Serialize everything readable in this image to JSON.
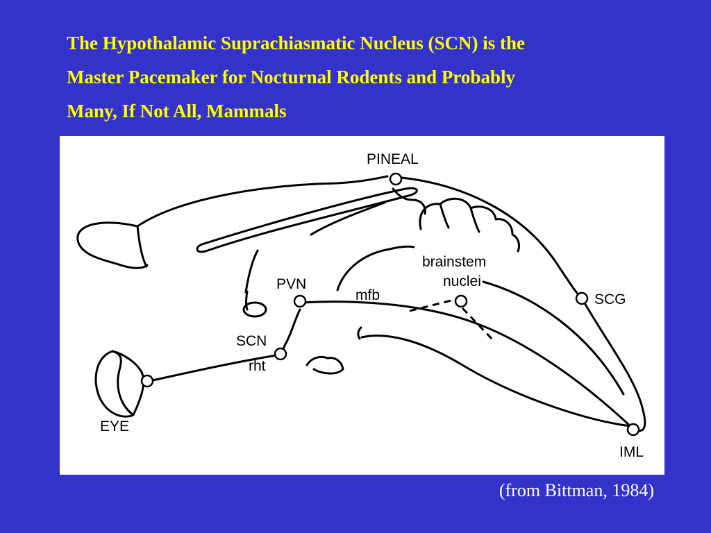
{
  "title_lines": [
    "The Hypothalamic Suprachiasmatic Nucleus (SCN) is the",
    "Master Pacemaker for Nocturnal Rodents and Probably",
    "Many, If Not All, Mammals"
  ],
  "diagram": {
    "labels": {
      "pineal": "PINEAL",
      "brainstem_line1": "brainstem",
      "brainstem_line2": "nuclei",
      "pvn": "PVN",
      "mfb": "mfb",
      "scg": "SCG",
      "scn": "SCN",
      "rht": "rht",
      "eye": "EYE",
      "iml": "IML"
    }
  },
  "citation": "(from Bittman, 1984)",
  "colors": {
    "background": "#3333cc",
    "title": "#ffff00",
    "panel": "#ffffff",
    "citation": "#ffffff"
  }
}
